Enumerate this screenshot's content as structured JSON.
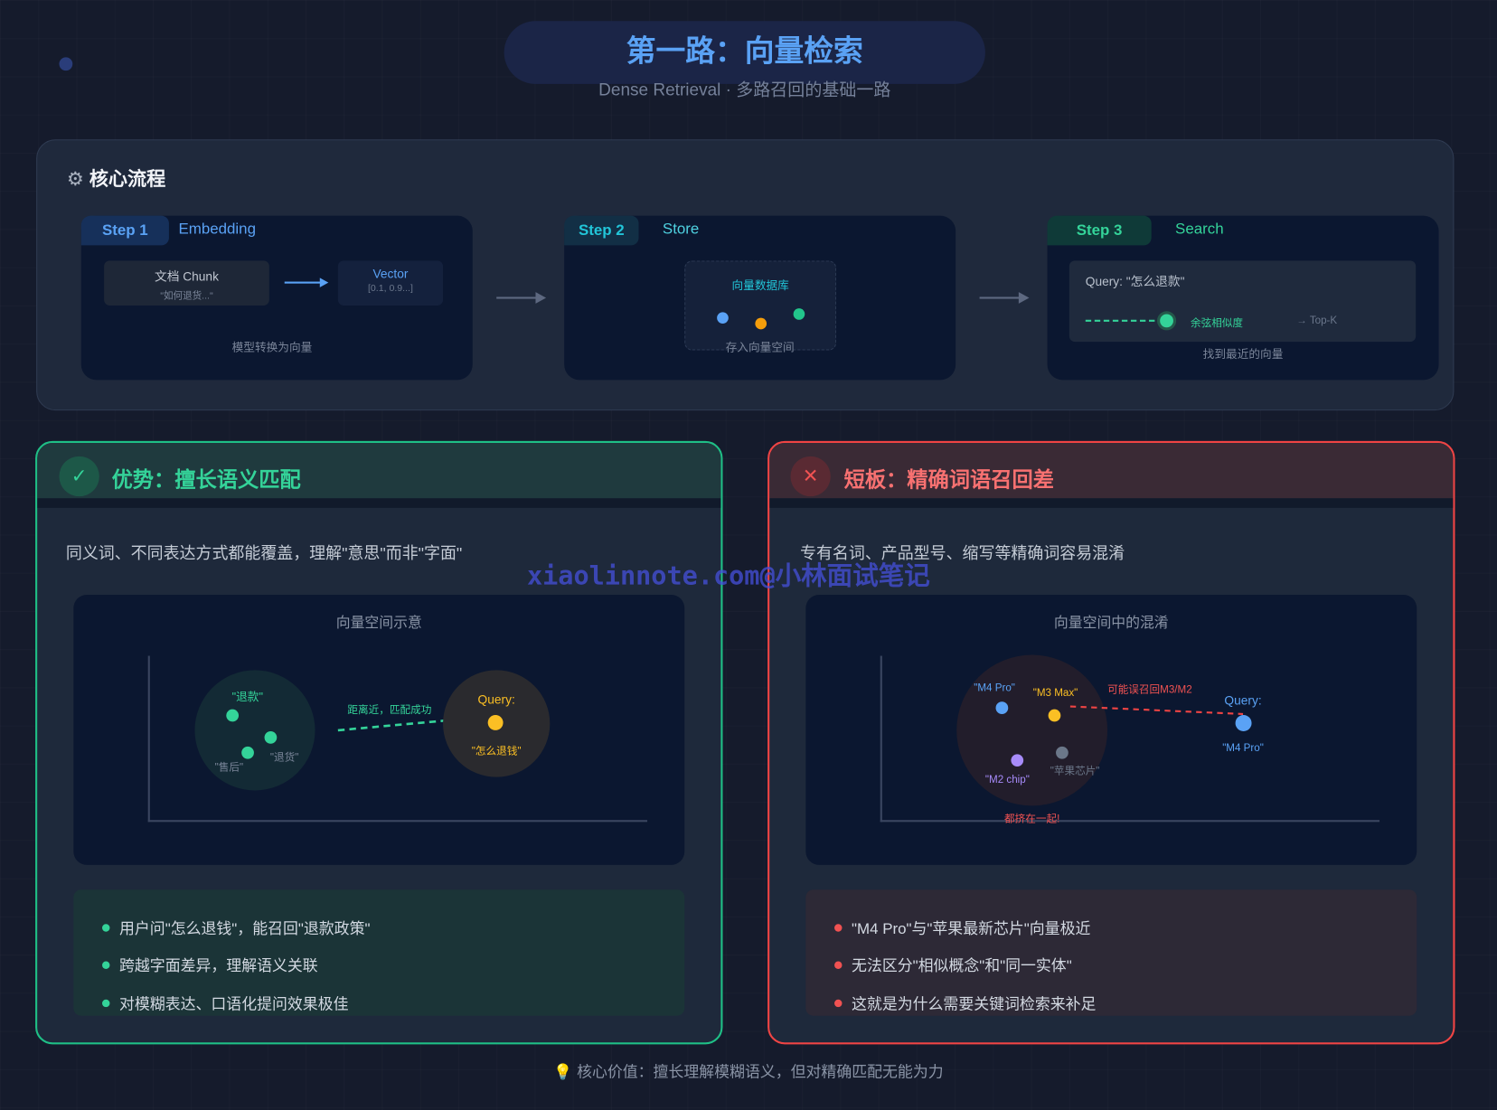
{
  "header": {
    "title": "第一路：向量检索",
    "subtitle": "Dense Retrieval · 多路召回的基础一路"
  },
  "core": {
    "title": "核心流程",
    "icon": "gear-icon",
    "steps": [
      {
        "tag": "Step 1",
        "label": "Embedding",
        "chunk_title": "文档 Chunk",
        "chunk_text": "\"如何退货...\"",
        "vector_title": "Vector",
        "vector_text": "[0.1, 0.9...]",
        "caption": "模型转换为向量"
      },
      {
        "tag": "Step 2",
        "label": "Store",
        "db_title": "向量数据库",
        "caption": "存入向量空间"
      },
      {
        "tag": "Step 3",
        "label": "Search",
        "query": "Query: \"怎么退款\"",
        "similarity": "余弦相似度",
        "topk": "→ Top-K",
        "caption": "找到最近的向量"
      }
    ]
  },
  "pros": {
    "icon": "✓",
    "title": "优势：擅长语义匹配",
    "description": "同义词、不同表达方式都能覆盖，理解\"意思\"而非\"字面\"",
    "diagram": {
      "title": "向量空间示意",
      "cluster_labels": [
        "\"退款\"",
        "\"售后\"",
        "\"退货\""
      ],
      "link_label": "距离近，匹配成功",
      "query_title": "Query:",
      "query_text": "\"怎么退钱\""
    },
    "bullets": [
      "用户问\"怎么退钱\"，能召回\"退款政策\"",
      "跨越字面差异，理解语义关联",
      "对模糊表达、口语化提问效果极佳"
    ]
  },
  "cons": {
    "icon": "✕",
    "title": "短板：精确词语召回差",
    "description": "专有名词、产品型号、缩写等精确词容易混淆",
    "diagram": {
      "title": "向量空间中的混淆",
      "cluster_labels": [
        "\"M4 Pro\"",
        "\"M3 Max\"",
        "\"M2 chip\"",
        "\"苹果芯片\""
      ],
      "cluster_note": "都挤在一起!",
      "link_label": "可能误召回M3/M2",
      "query_title": "Query:",
      "query_text": "\"M4 Pro\""
    },
    "bullets": [
      "\"M4 Pro\"与\"苹果最新芯片\"向量极近",
      "无法区分\"相似概念\"和\"同一实体\"",
      "这就是为什么需要关键词检索来补足"
    ]
  },
  "watermark": "xiaolinnote.com@小林面试笔记",
  "footer": "💡 核心价值：擅长理解模糊语义，但对精确匹配无能为力",
  "colors": {
    "blue": "#5aa2f5",
    "green": "#34d399",
    "red": "#f05252",
    "cyan": "#22c5d8",
    "amber": "#fbbf24"
  }
}
